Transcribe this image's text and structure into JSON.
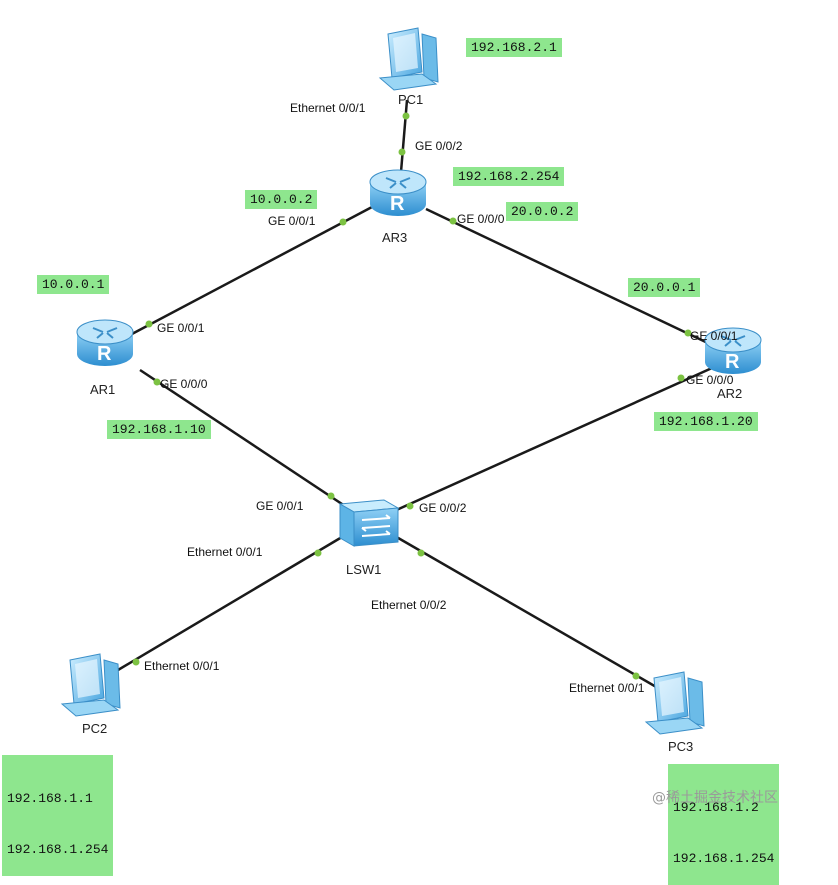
{
  "colors": {
    "link": "#1a1a1a",
    "port_dot": "#7cc242",
    "ip_tag_bg": "#8ee68e",
    "device_blue": "#4aa6e0"
  },
  "devices": {
    "pc1": {
      "label": "PC1",
      "icon": "pc-icon"
    },
    "ar3": {
      "label": "AR3",
      "icon": "router-icon"
    },
    "ar1": {
      "label": "AR1",
      "icon": "router-icon"
    },
    "ar2": {
      "label": "AR2",
      "icon": "router-icon"
    },
    "lsw1": {
      "label": "LSW1",
      "icon": "switch-icon"
    },
    "pc2": {
      "label": "PC2",
      "icon": "pc-icon"
    },
    "pc3": {
      "label": "PC3",
      "icon": "pc-icon"
    }
  },
  "ports": {
    "pc1_eth": "Ethernet 0/0/1",
    "ar3_ge002": "GE 0/0/2",
    "ar3_ge001": "GE 0/0/1",
    "ar3_ge000": "GE 0/0/0",
    "ar1_ge001": "GE 0/0/1",
    "ar1_ge000": "GE 0/0/0",
    "ar2_ge001": "GE 0/0/1",
    "ar2_ge000": "GE 0/0/0",
    "lsw1_ge001": "GE 0/0/1",
    "lsw1_ge002": "GE 0/0/2",
    "lsw1_eth001": "Ethernet 0/0/1",
    "lsw1_eth002": "Ethernet 0/0/2",
    "pc2_eth": "Ethernet 0/0/1",
    "pc3_eth": "Ethernet 0/0/1"
  },
  "ip_labels": {
    "pc1": "192.168.2.1",
    "ar3_lan": "192.168.2.254",
    "ar3_to_ar1": "10.0.0.2",
    "ar3_to_ar2": "20.0.0.2",
    "ar1_to_ar3": "10.0.0.1",
    "ar2_to_ar3": "20.0.0.1",
    "ar1_lan": "192.168.1.10",
    "ar2_lan": "192.168.1.20",
    "pc2_ip": "192.168.1.1",
    "pc2_gw": "192.168.1.254",
    "pc3_ip": "192.168.1.2",
    "pc3_gw": "192.168.1.254"
  },
  "watermark": "@稀土掘金技术社区"
}
